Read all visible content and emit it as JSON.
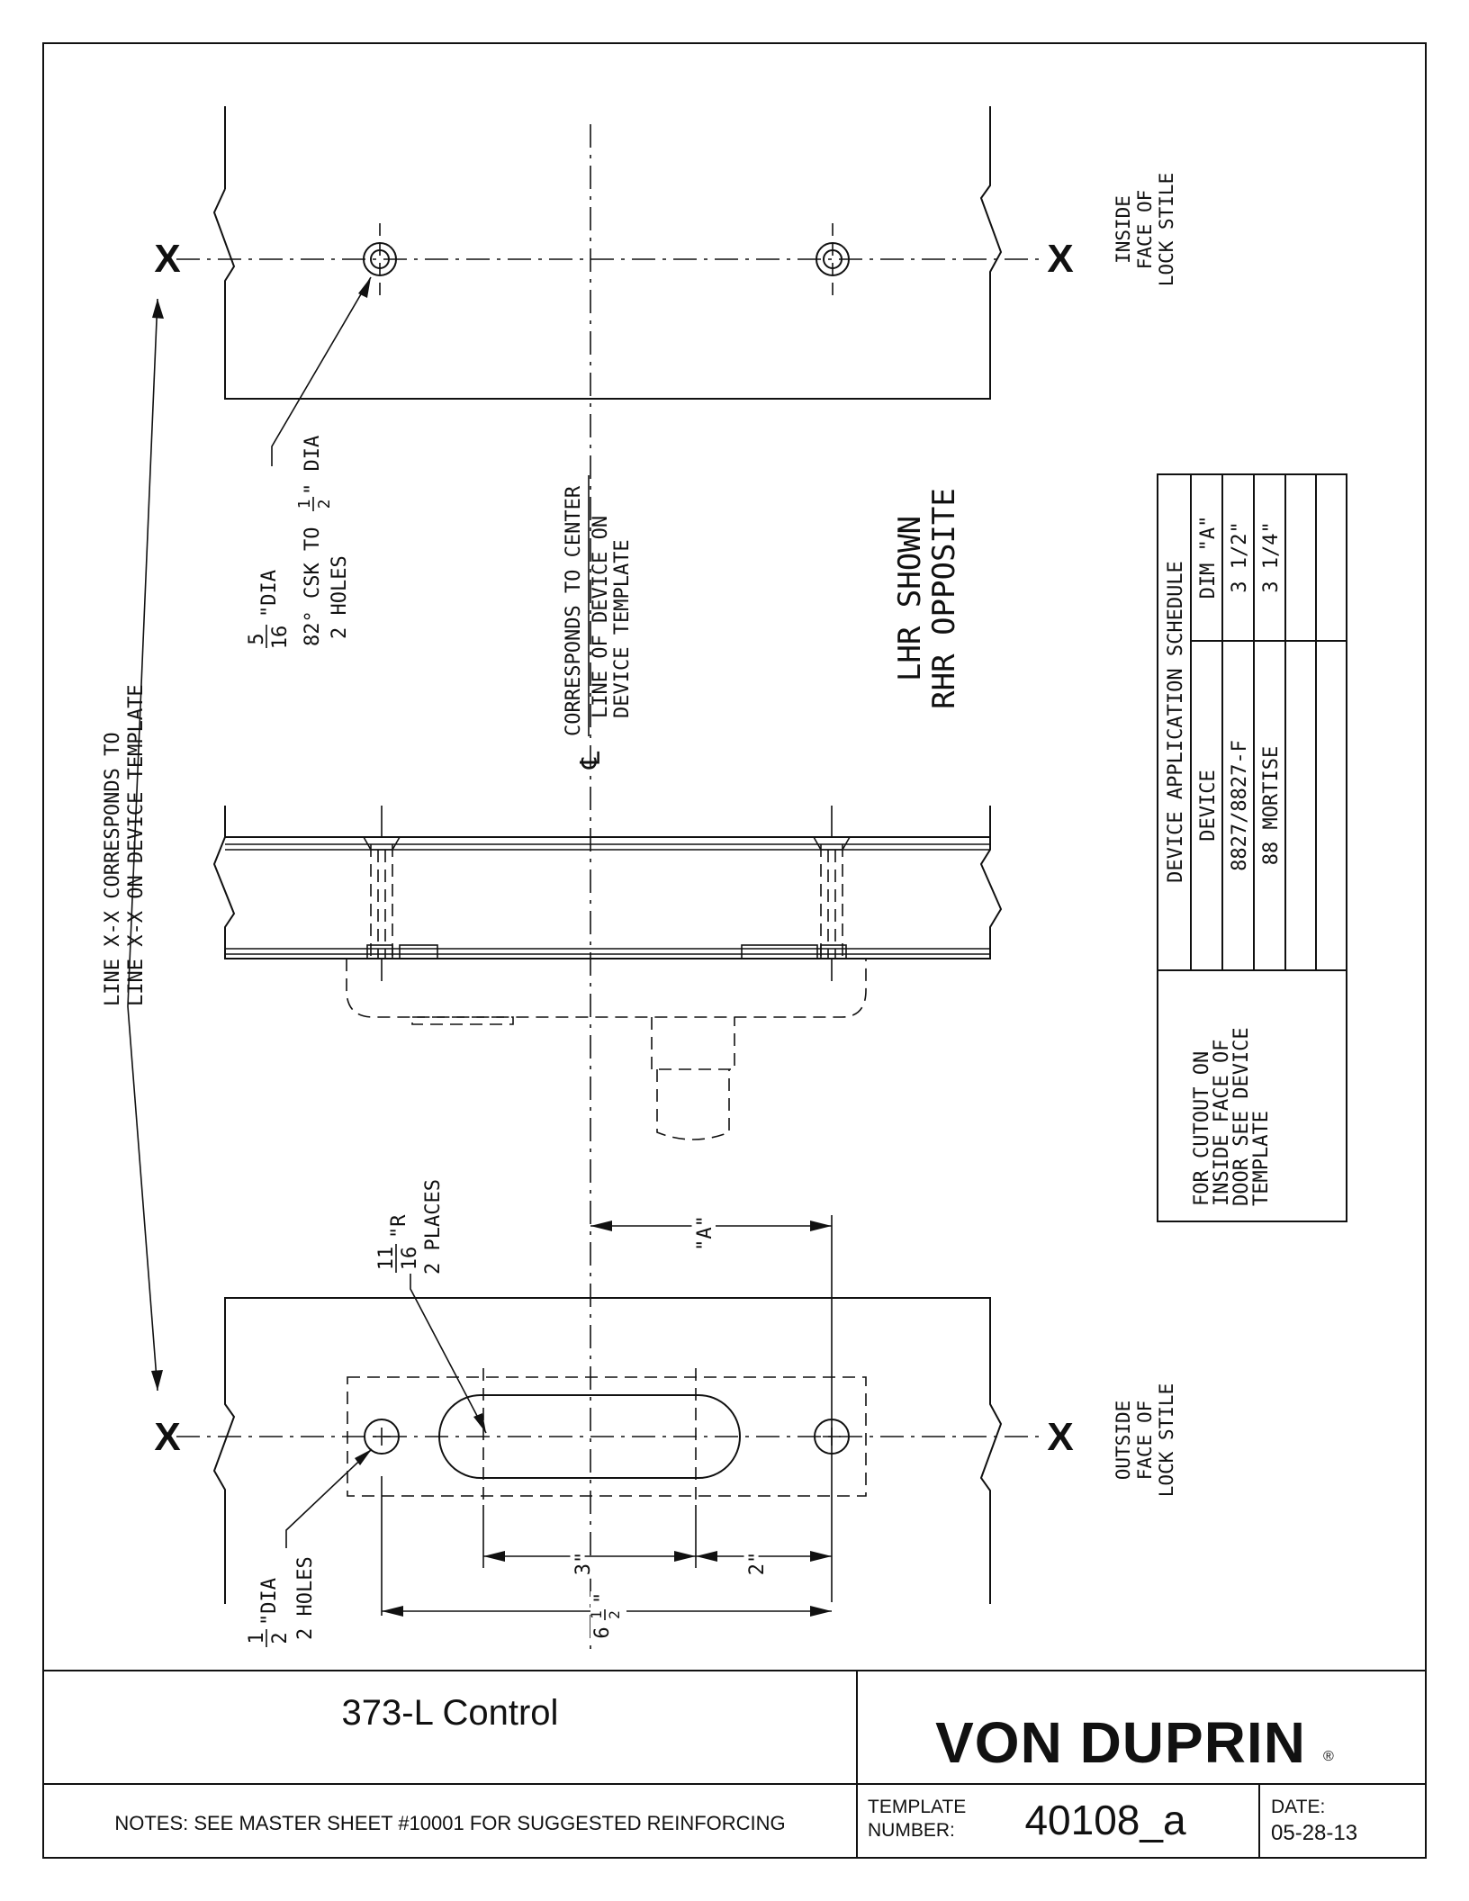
{
  "drawing": {
    "label_x": "X",
    "callout_line_xx": [
      "LINE X-X CORRESPONDS TO",
      "LINE X-X ON DEVICE TEMPLATE"
    ],
    "callout_inside_face": [
      "INSIDE",
      "FACE OF",
      "LOCK STILE"
    ],
    "callout_outside_face": [
      "OUTSIDE",
      "FACE OF",
      "LOCK STILE"
    ],
    "callout_top_holes": {
      "frac_num": "5",
      "frac_den": "16",
      "unit": "\"DIA",
      "line2": "82° CSK TO",
      "frac2_num": "1",
      "frac2_den": "2",
      "line2_end": "\" DIA",
      "line3": "2 HOLES"
    },
    "callout_centerline_symbol": "℄",
    "callout_centerline": [
      "CORRESPONDS TO CENTER",
      "LINE OF DEVICE ON",
      "DEVICE TEMPLATE"
    ],
    "callout_hand": [
      "LHR SHOWN",
      "RHR OPPOSITE"
    ],
    "callout_slot_radius": {
      "frac_num": "11",
      "frac_den": "16",
      "unit": "\"R",
      "line2": "2 PLACES"
    },
    "callout_bottom_holes": {
      "frac_num": "1",
      "frac_den": "2",
      "unit": "\"DIA",
      "line2": "2 HOLES"
    },
    "dim_a": "\"A\"",
    "dim_3": "3\"",
    "dim_2": "2\"",
    "dim_6half": {
      "whole": "6",
      "frac_num": "1",
      "frac_den": "2",
      "unit": "\""
    }
  },
  "schedule": {
    "title": "DEVICE APPLICATION SCHEDULE",
    "headers": [
      "DEVICE",
      "DIM \"A\""
    ],
    "rows": [
      [
        "8827/8827-F",
        "3 1/2\""
      ],
      [
        "88 MORTISE",
        "3 1/4\""
      ]
    ],
    "note": [
      "FOR CUTOUT ON",
      "INSIDE FACE OF",
      "DOOR SEE DEVICE",
      "TEMPLATE"
    ]
  },
  "title_block": {
    "title": "373-L Control",
    "brand": "VON DUPRIN",
    "registered": "®",
    "notes": "NOTES: SEE MASTER SHEET #10001 FOR SUGGESTED REINFORCING",
    "template_label": [
      "TEMPLATE",
      "NUMBER:"
    ],
    "template_number": "40108_a",
    "date_label": "DATE:",
    "date_value": "05-28-13"
  }
}
